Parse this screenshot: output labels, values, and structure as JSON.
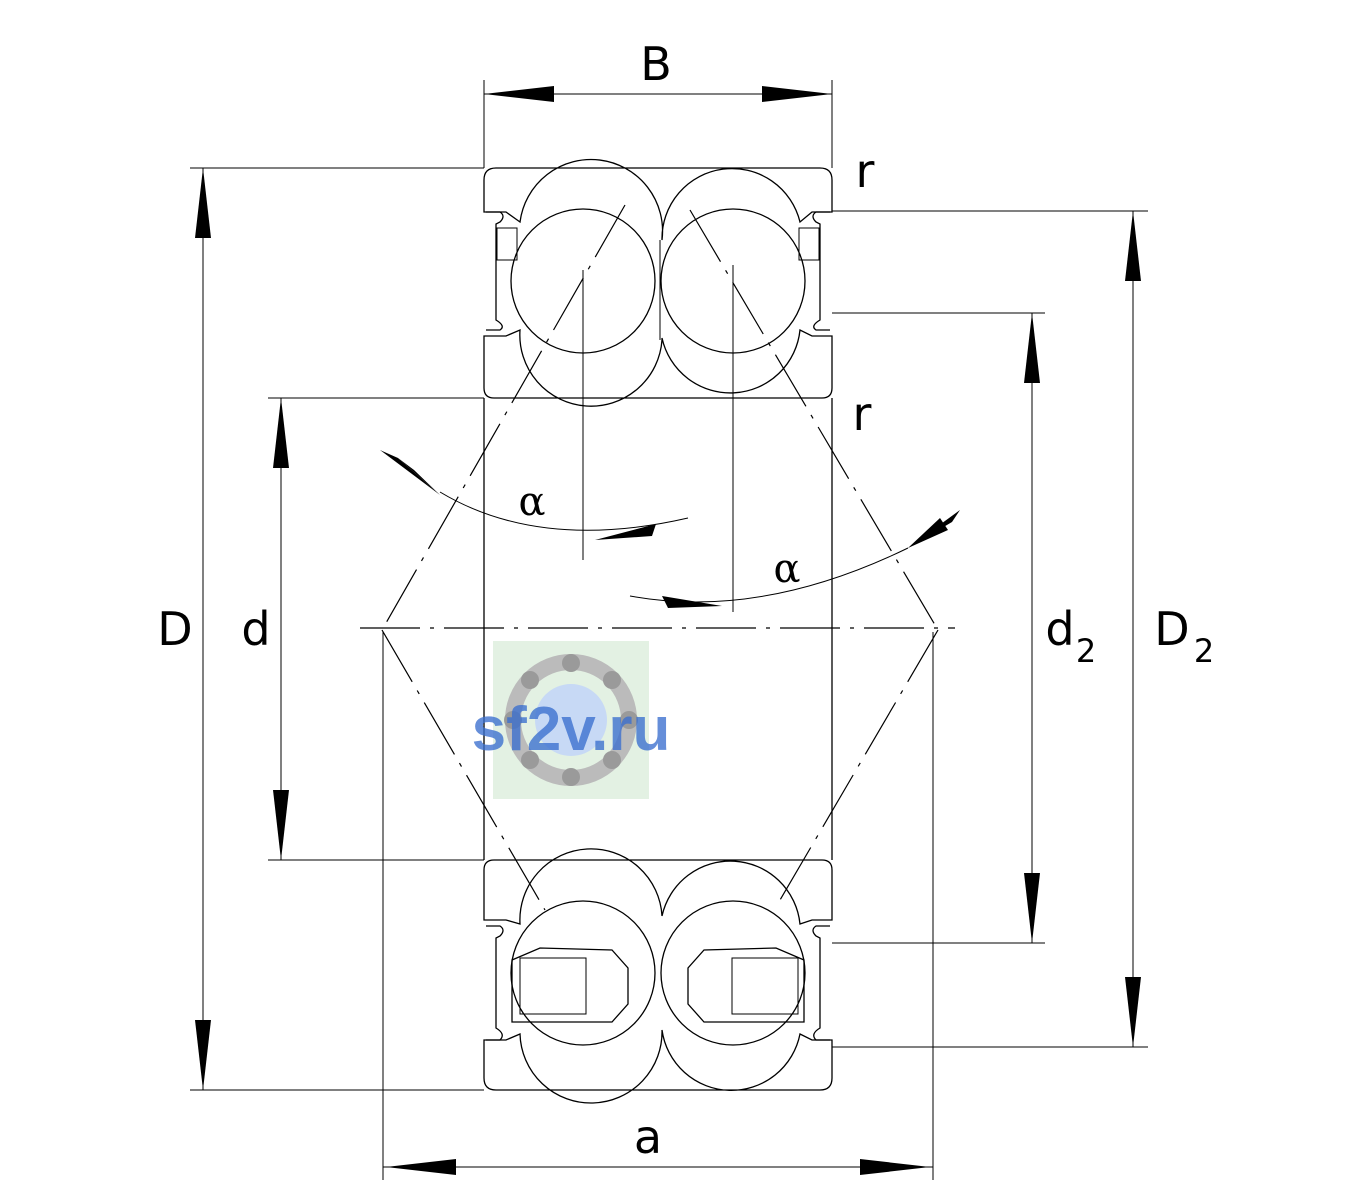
{
  "labels": {
    "width": "B",
    "outer_diameter": "D",
    "bore_diameter": "d",
    "inner_ring_shoulder_diameter": "d",
    "inner_ring_shoulder_subscript": "2",
    "outer_ring_shoulder_diameter": "D",
    "outer_ring_shoulder_subscript": "2",
    "pressure_point_distance": "a",
    "chamfer_outer": "r",
    "chamfer_inner": "r",
    "contact_angle_left": "α",
    "contact_angle_right": "α"
  },
  "watermark": {
    "text": "sf2v.ru",
    "color": "#3a6fcf",
    "logo": "ball-bearing-logo"
  }
}
